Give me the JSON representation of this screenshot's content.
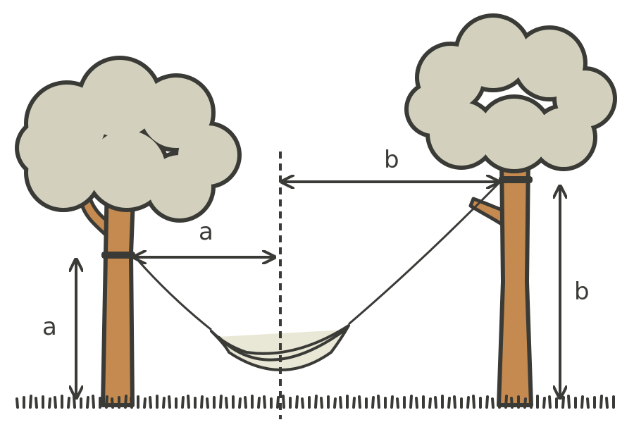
{
  "labels": {
    "left_horizontal": "a",
    "left_vertical": "a",
    "right_horizontal": "b",
    "right_vertical": "b"
  },
  "colors": {
    "outline": "#3a3a36",
    "foliage": "#d3d1be",
    "foliage_highlight": "#e4e3d4",
    "trunk": "#c48a4f",
    "hammock": "#e9e7d5"
  }
}
